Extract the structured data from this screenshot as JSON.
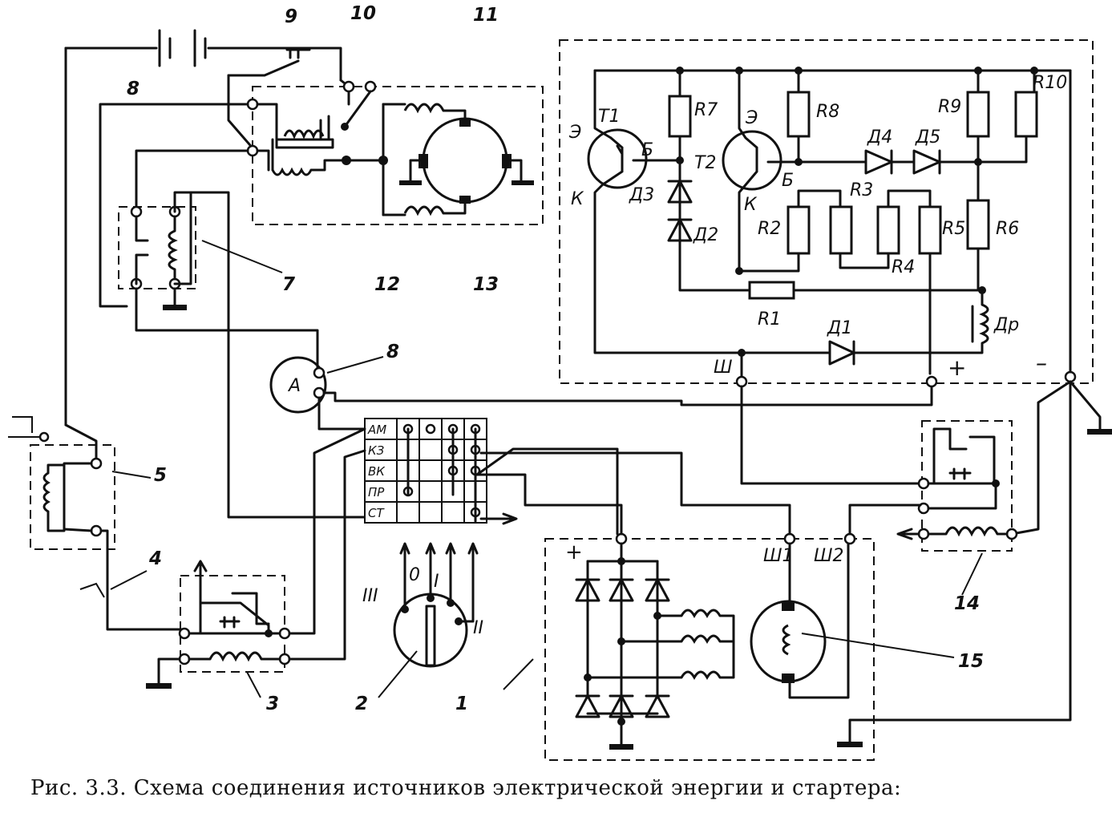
{
  "caption": "Рис. 3.3. Схема соединения источников электрической энергии и стартера:",
  "labels": {
    "T1": "T1",
    "T2": "T2",
    "R1": "R1",
    "R2": "R2",
    "R3": "R3",
    "R4": "R4",
    "R5": "R5",
    "R6": "R6",
    "R7": "R7",
    "R8": "R8",
    "R9": "R9",
    "R10": "R10",
    "D1": "Д1",
    "D2": "Д2",
    "D3": "Д3",
    "D4": "Д4",
    "D5": "Д5",
    "Dr": "Др",
    "E1": "Э",
    "E2": "Э",
    "B1": "Б",
    "B2": "Б",
    "K1": "К",
    "K2": "К",
    "Sh": "Ш",
    "Sh1": "Ш1",
    "Sh2": "Ш2",
    "plus": "+",
    "minus": "–",
    "plus_bridge": "+",
    "ammeter": "A"
  },
  "numbers": {
    "n1": "1",
    "n2": "2",
    "n3": "3",
    "n4": "4",
    "n5": "5",
    "n7": "7",
    "n8a": "8",
    "n8b": "8",
    "n9": "9",
    "n10": "10",
    "n11": "11",
    "n12": "12",
    "n13": "13",
    "n14": "14",
    "n15": "15"
  },
  "ignition_switch": {
    "rows": [
      "АМ",
      "КЗ",
      "ВК",
      "ПР",
      "СТ"
    ],
    "positions": [
      "III",
      "0",
      "I",
      "II"
    ]
  }
}
